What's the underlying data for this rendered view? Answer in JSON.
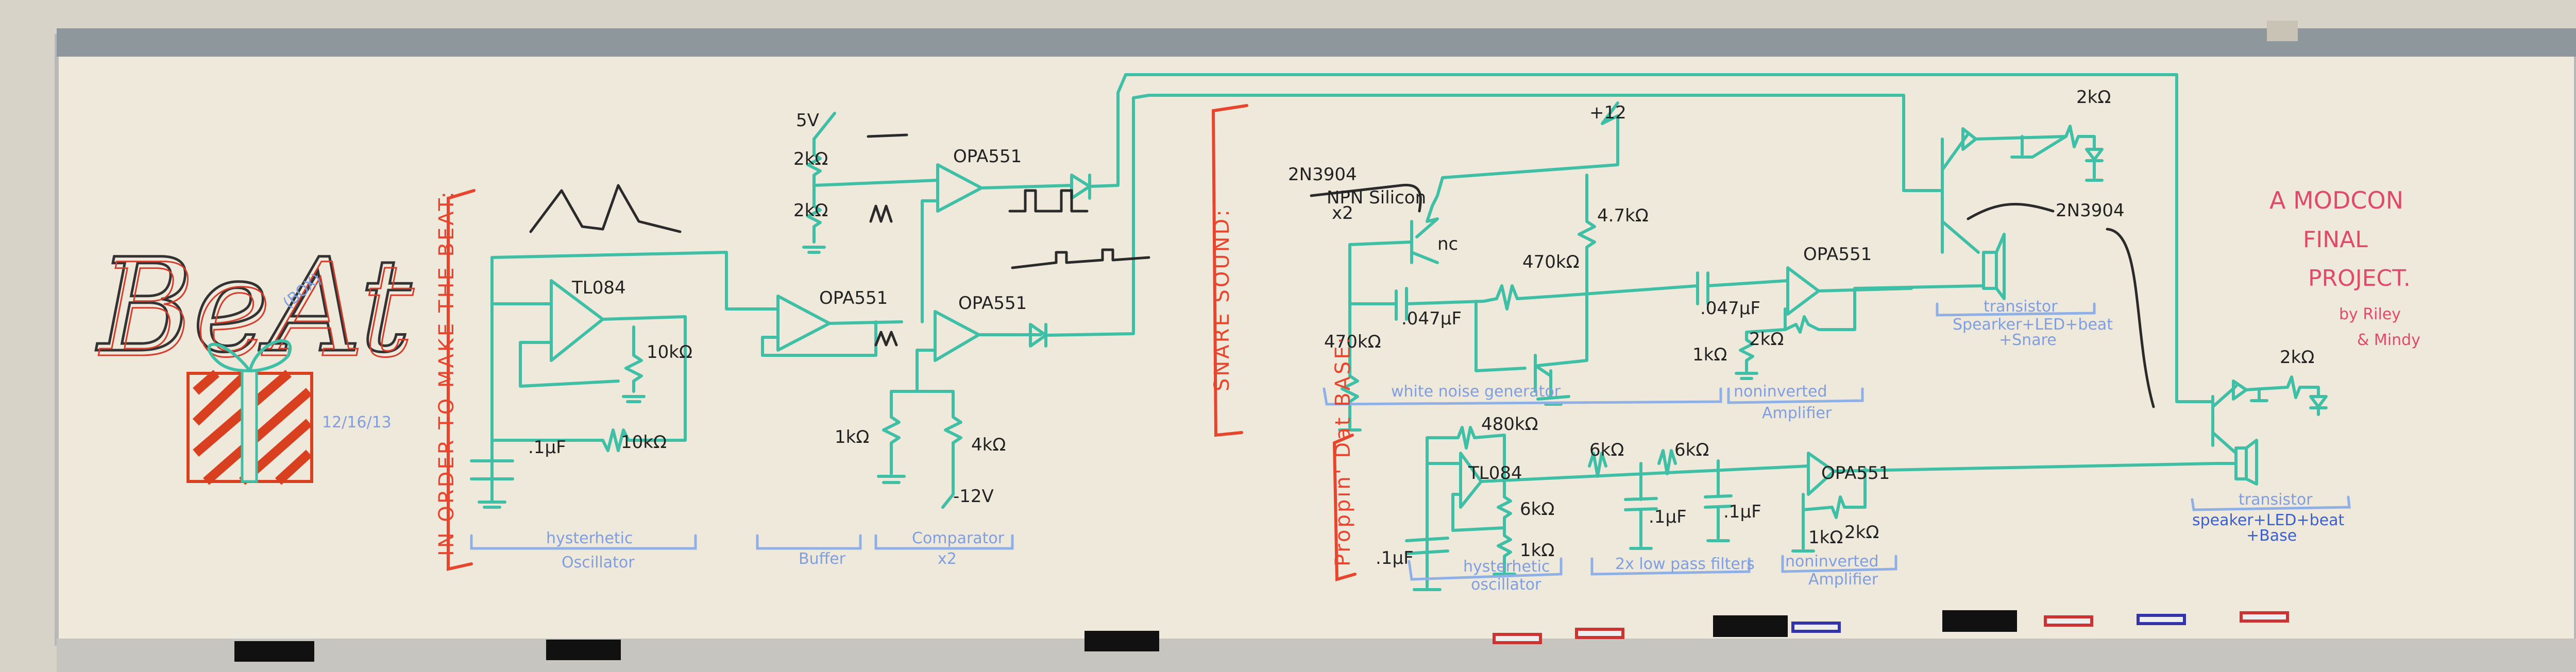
{
  "logo": {
    "word": "BeAt",
    "suffix": "(BOX)",
    "date": "12/16/13"
  },
  "title_block": {
    "line1": "A MODCON",
    "line2": "FINAL",
    "line3": "PROJECT.",
    "by": "by Riley",
    "and": "& Mindy"
  },
  "beat_section": {
    "heading": "IN ORDER TO MAKE THE BEAT:",
    "oscillator": {
      "opamp": "TL084",
      "pot": "10kΩ",
      "feedback_resistor": "10kΩ",
      "capacitor": ".1µF",
      "label1": "hysterhetic",
      "label2": "Oscillator"
    },
    "buffer": {
      "opamp": "OPA551",
      "label": "Buffer"
    },
    "divider": {
      "supply": "5V",
      "r1": "2kΩ",
      "r2": "2kΩ"
    },
    "comparator": {
      "opamp_top": "OPA551",
      "opamp_bottom": "OPA551",
      "r1": "1kΩ",
      "r2": "4kΩ",
      "supply": "-12V",
      "label1": "Comparator",
      "label2": "x2"
    }
  },
  "snare_section": {
    "heading": "SNARE SOUND:",
    "transistor": "2N3904",
    "transistor_type": "NPN Silicon",
    "transistor_qty": "x2",
    "supply": "+12",
    "nc": "nc",
    "r_collector": "4.7kΩ",
    "r_bias": "470kΩ",
    "r_base": "470kΩ",
    "cap1": ".047µF",
    "cap2": ".047µF",
    "opamp": "OPA551",
    "r_gain1": "1kΩ",
    "r_gain2": "2kΩ",
    "label_noise": "white noise generator",
    "label_amp1": "noninverted",
    "label_amp2": "Amplifier"
  },
  "base_section": {
    "heading": "Proppin' Dat BASE:",
    "r_feedback": "480kΩ",
    "opamp": "TL084",
    "r1": "6kΩ",
    "r2": "1kΩ",
    "cap": ".1µF",
    "lp_r1": "6kΩ",
    "lp_r2": "6kΩ",
    "lp_c1": ".1µF",
    "lp_c2": ".1µF",
    "amp_opamp": "OPA551",
    "amp_r1": "1kΩ",
    "amp_r2": "2kΩ",
    "label_osc1": "hysterhetic",
    "label_osc2": "oscillator",
    "label_lp": "2x low pass filters",
    "label_amp1": "noninverted",
    "label_amp2": "Amplifier"
  },
  "output_stage_1": {
    "resistor": "2kΩ",
    "transistor": "2N3904",
    "label1": "transistor",
    "label2": "Spearker+LED+beat",
    "label3": "+Snare"
  },
  "output_stage_2": {
    "resistor": "2kΩ",
    "label1": "transistor",
    "label2": "speaker+LED+beat",
    "label3": "+Base"
  },
  "colors": {
    "wire": "#3fbfa6",
    "heading": "#e8452e",
    "label": "#7f9ee0",
    "title": "#e04a68",
    "ink": "#2a2a2a"
  }
}
